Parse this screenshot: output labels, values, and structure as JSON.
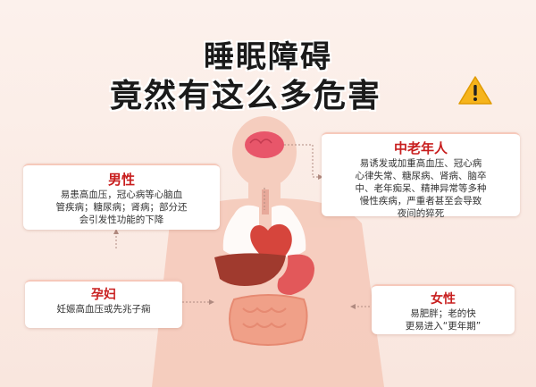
{
  "title": {
    "line1": "睡眠障碍",
    "line2": "竟然有这么多危害",
    "warning_icon": "warning-triangle-icon"
  },
  "cards": {
    "male": {
      "heading": "男性",
      "lines": [
        "易患高血压，冠心病等心脑血",
        "管疾病；糖尿病；肾病；部分还",
        "会引发性功能的下降"
      ]
    },
    "elderly": {
      "heading": "中老年人",
      "lines": [
        "易诱发或加重高血压、冠心病",
        "心律失常、糖尿病、肾病、脑卒",
        "中、老年痴呆、精神异常等多种",
        "慢性疾病，严重者甚至会导致",
        "夜间的猝死"
      ]
    },
    "pregnant": {
      "heading": "孕妇",
      "lines": [
        "妊娠高血压或先兆子痫"
      ]
    },
    "female": {
      "heading": "女性",
      "lines": [
        "易肥胖；老的快",
        "更易进入“更年期”"
      ]
    }
  },
  "colors": {
    "accent": "#c81e1e",
    "background": "#fbeee8",
    "figure": "#f4c2b0"
  }
}
